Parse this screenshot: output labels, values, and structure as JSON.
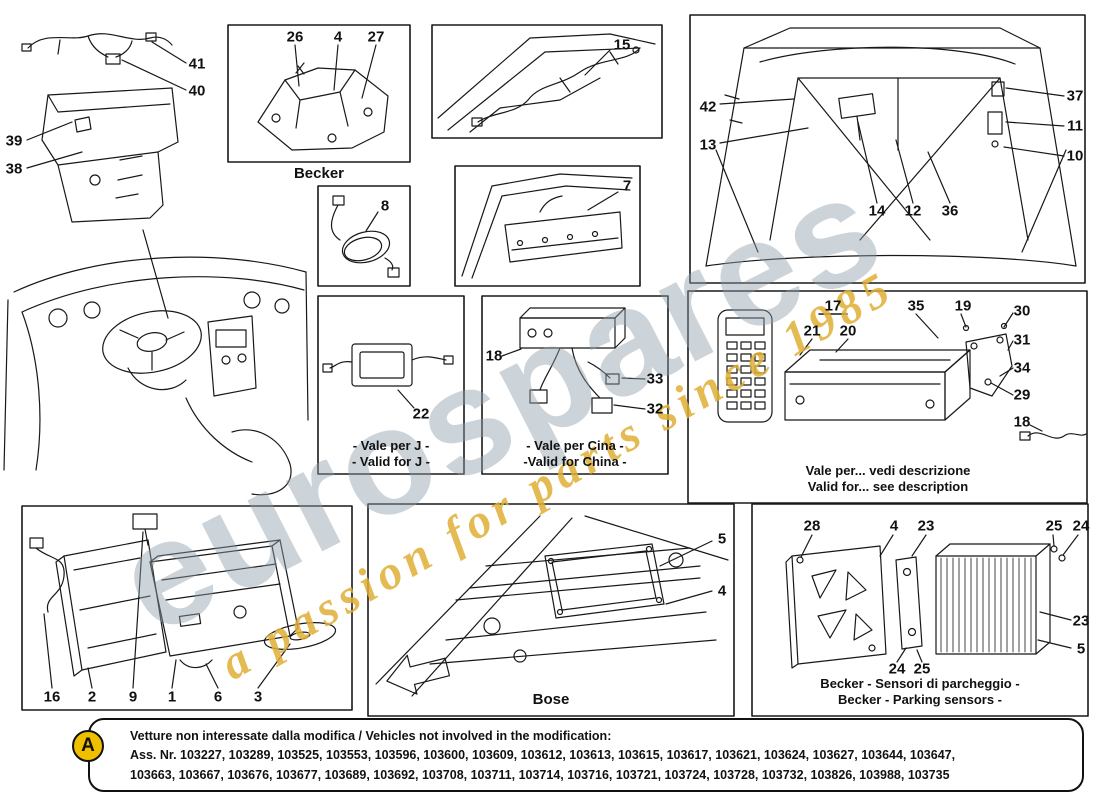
{
  "watermark": {
    "brand": "eurospares",
    "tagline": "a passion for parts since 1985",
    "brand_color": "#8fa0ad",
    "tagline_color": "#e0af35"
  },
  "panels": {
    "harness": {
      "callouts": [
        "41",
        "40",
        "39",
        "38"
      ]
    },
    "becker_bracket": {
      "label": "Becker",
      "callouts": [
        "26",
        "4",
        "27"
      ]
    },
    "trunk_cable": {
      "callouts": [
        "15"
      ]
    },
    "hood": {
      "callouts": [
        "42",
        "13",
        "37",
        "11",
        "10",
        "14",
        "12",
        "36"
      ]
    },
    "cable_coil": {
      "callouts": [
        "8"
      ]
    },
    "dash_unit": {
      "callouts": [
        "7"
      ]
    },
    "valid_j": {
      "label_it": "- Vale per J -",
      "label_en": "- Valid for J -",
      "callouts": [
        "22"
      ]
    },
    "valid_china": {
      "label_it": "- Vale per Cina -",
      "label_en": "-Valid for China -",
      "callouts": [
        "18",
        "33",
        "32"
      ]
    },
    "valid_desc": {
      "label_it": "Vale per... vedi descrizione",
      "label_en": "Valid for... see description",
      "callouts": [
        "17",
        "21",
        "20",
        "35",
        "19",
        "30",
        "31",
        "34",
        "29",
        "18"
      ]
    },
    "head_unit": {
      "callouts": [
        "16",
        "2",
        "9",
        "1",
        "6",
        "3"
      ]
    },
    "bose": {
      "label": "Bose",
      "callouts": [
        "5",
        "4"
      ]
    },
    "parking": {
      "label_it": "Becker - Sensori di parcheggio -",
      "label_en": "Becker - Parking sensors -",
      "callouts": [
        "28",
        "4",
        "23",
        "25",
        "24",
        "23",
        "5",
        "24",
        "25"
      ]
    }
  },
  "footer": {
    "badge": "A",
    "badge_color": "#f0c000",
    "title": "Vetture non interessate dalla modifica / Vehicles not involved in the modification:",
    "serials_line1": "Ass. Nr. 103227, 103289, 103525, 103553, 103596, 103600, 103609, 103612, 103613, 103615, 103617, 103621, 103624, 103627, 103644, 103647,",
    "serials_line2": "103663, 103667, 103676, 103677, 103689, 103692, 103708, 103711, 103714, 103716, 103721, 103724, 103728, 103732, 103826, 103988, 103735"
  }
}
